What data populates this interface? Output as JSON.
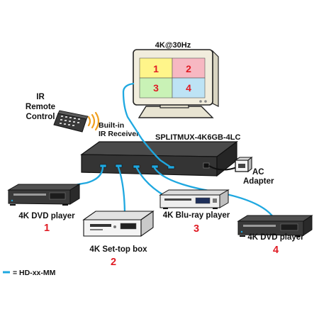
{
  "monitor": {
    "resolution": "4K@30Hz",
    "quadrants": [
      {
        "label": "1",
        "fill": "#fff58a"
      },
      {
        "label": "2",
        "fill": "#f7b8c2"
      },
      {
        "label": "3",
        "fill": "#c9f2b6"
      },
      {
        "label": "4",
        "fill": "#bde3f5"
      }
    ]
  },
  "remote": {
    "label_line1": "IR",
    "label_line2": "Remote",
    "label_line3": "Control"
  },
  "receiver": {
    "label_line1": "Built-in",
    "label_line2": "IR Receiver"
  },
  "switch": {
    "model": "SPLITMUX-4K6GB-4LC"
  },
  "power": {
    "label_line1": "AC",
    "label_line2": "Adapter"
  },
  "sources": [
    {
      "name": "4K DVD player",
      "number": "1"
    },
    {
      "name": "4K Set-top box",
      "number": "2"
    },
    {
      "name": "4K Blu-ray player",
      "number": "3"
    },
    {
      "name": "4K DVD player",
      "number": "4"
    }
  ],
  "legend": {
    "label": "= HD-xx-MM"
  },
  "colors": {
    "cable": "#1fa8e0",
    "number": "#e01b24",
    "device": "#3c3c3c",
    "beige": "#f1eddd"
  }
}
